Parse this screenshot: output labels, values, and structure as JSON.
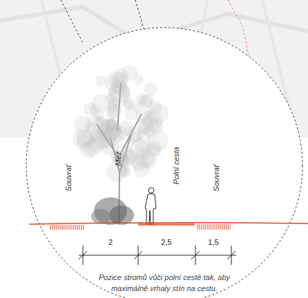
{
  "diagram": {
    "caption": "Pozice stromů vůči polní cestě tak, aby maximálně vrhaly stín na cestu.",
    "labels": [
      "Souvrať",
      "Mez",
      "Polní cesta",
      "Souvrať",
      "2",
      "2,5",
      "1,5"
    ]
  }
}
